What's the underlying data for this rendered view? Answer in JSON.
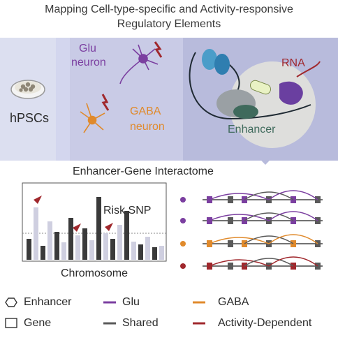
{
  "title": {
    "line1": "Mapping Cell-type-specific and Activity-responsive",
    "line2": "Regulatory Elements"
  },
  "top_panel": {
    "stem_cells_label": "hPSCs",
    "glu_label_line1": "Glu",
    "glu_label_line2": "neuron",
    "gaba_label_line1": "GABA",
    "gaba_label_line2": "neuron",
    "rna_label": "RNA",
    "enhancer_label": "Enhancer"
  },
  "interactome": {
    "title": "Enhancer-Gene Interactome",
    "risk_snp_label": "Risk SNP",
    "chromosome_label": "Chromosome"
  },
  "legend": {
    "enhancer": "Enhancer",
    "gene": "Gene",
    "glu": "Glu",
    "shared": "Shared",
    "gaba": "GABA",
    "activity": "Activity-Dependent"
  },
  "colors": {
    "glu": "#7b3fa0",
    "gaba": "#e08a2c",
    "shared": "#5a5a5a",
    "activity": "#a0282d",
    "panel_bg": "#c9cbe6",
    "panel_left": "#dcdff0"
  }
}
